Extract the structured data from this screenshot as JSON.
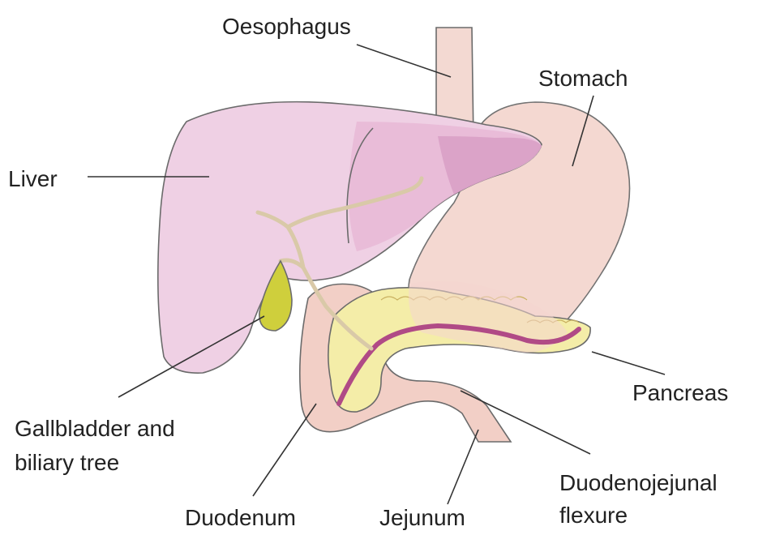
{
  "labels": {
    "oesophagus": "Oesophagus",
    "stomach": "Stomach",
    "liver": "Liver",
    "pancreas": "Pancreas",
    "gallbladder_line1": "Gallbladder and",
    "gallbladder_line2": "biliary tree",
    "duodenum": "Duodenum",
    "jejunum": "Jejunum",
    "dj_flexure_line1": "Duodenojejunal",
    "dj_flexure_line2": "flexure"
  },
  "colors": {
    "liver": "#efd0e4",
    "liver_left_lobe": "#e8b8d6",
    "liver_overlap": "#d9a0c6",
    "stomach": "#f4d6cf",
    "oesophagus": "#f3d9d2",
    "duodenum": "#f2cfc6",
    "pancreas": "#f4eda8",
    "pancreatic_duct": "#b04a86",
    "gallbladder": "#cfcf3c",
    "biliary_tree": "#d9c9a8"
  }
}
